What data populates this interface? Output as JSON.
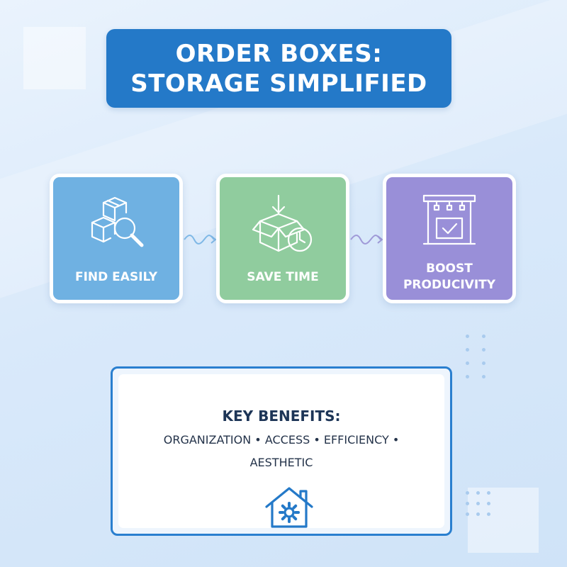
{
  "header": {
    "title_line1": "ORDER BOXES:",
    "title_line2": "STORAGE SIMPLIFIED"
  },
  "steps": [
    {
      "label_line1": "FIND EASILY",
      "label_line2": "",
      "icon": "boxes-magnifier-icon",
      "color": "#6fb1e2"
    },
    {
      "label_line1": "SAVE TIME",
      "label_line2": "",
      "icon": "box-clock-icon",
      "color": "#90cc9e"
    },
    {
      "label_line1": "BOOST",
      "label_line2": "PRODUCIVITY",
      "icon": "shelf-checkbox-icon",
      "color": "#998fd8"
    }
  ],
  "benefits": {
    "title": "KEY BENEFITS:",
    "line1": "ORGANIZATION • ACCESS • EFFICIENCY •",
    "line2": "AESTHETIC",
    "icon": "house-gear-icon"
  },
  "colors": {
    "accent": "#2479c8",
    "background": "#d9e9fa",
    "text_dark": "#1d3557"
  }
}
